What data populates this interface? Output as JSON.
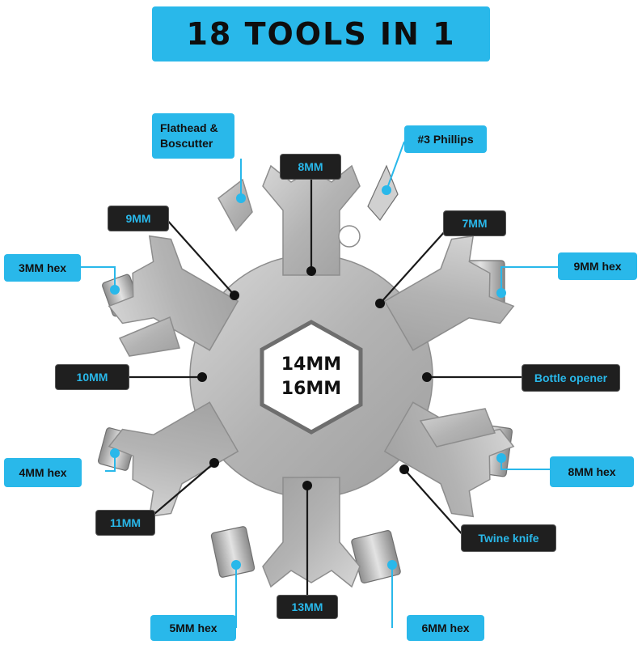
{
  "title": "18 TOOLS IN 1",
  "center": {
    "line1": "14MM",
    "line2": "16MM"
  },
  "labels": {
    "flathead": "Flathead & Boscutter",
    "phillips": "#3 Phillips",
    "mm8": "8MM",
    "mm9": "9MM",
    "mm7": "7MM",
    "hex3": "3MM hex",
    "hex9": "9MM hex",
    "mm10": "10MM",
    "bottle": "Bottle opener",
    "hex4": "4MM hex",
    "hex8": "8MM hex",
    "mm11": "11MM",
    "twine": "Twine knife",
    "mm13": "13MM",
    "hex5": "5MM hex",
    "hex6": "6MM hex"
  },
  "colors": {
    "accent": "#29b8ea",
    "dark_label": "#1f1f1f",
    "steel": "#b9b9b9"
  }
}
